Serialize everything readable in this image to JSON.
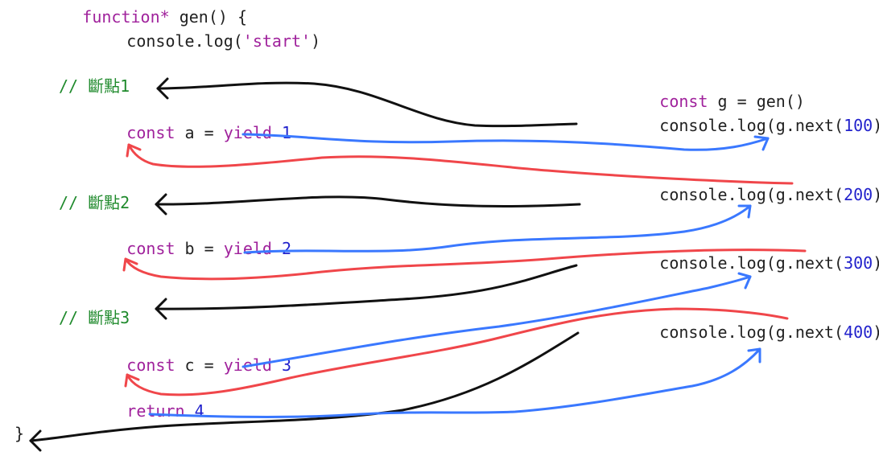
{
  "code": {
    "fn_kw": "function*",
    "fn_name": " gen() {",
    "console_start_a": "console.log(",
    "start_str": "'start'",
    "console_start_b": ")",
    "comment1": "// 斷點1",
    "a_const": "const",
    "a_var": " a = ",
    "a_yield": "yield",
    "a_num": " 1",
    "comment2": "// 斷點2",
    "b_const": "const",
    "b_var": " b = ",
    "b_yield": "yield",
    "b_num": " 2",
    "comment3": "// 斷點3",
    "c_const": "const",
    "c_var": " c = ",
    "c_yield": "yield",
    "c_num": " 3",
    "ret_kw": "return",
    "ret_num": " 4",
    "close": "}"
  },
  "calls": {
    "gen_const": "const",
    "gen_rest": " g = gen()",
    "n1_pre": "console.log(g.next(",
    "n1_arg": "100",
    "n1_post": "))",
    "n2_pre": "console.log(g.next(",
    "n2_arg": "200",
    "n2_post": "))",
    "n3_pre": "console.log(g.next(",
    "n3_arg": "300",
    "n3_post": "))",
    "n4_pre": "console.log(g.next(",
    "n4_arg": "400",
    "n4_post": "))"
  },
  "colors": {
    "black_arrow": "#111111",
    "blue_arrow": "#3a78ff",
    "red_arrow": "#f0464a"
  }
}
